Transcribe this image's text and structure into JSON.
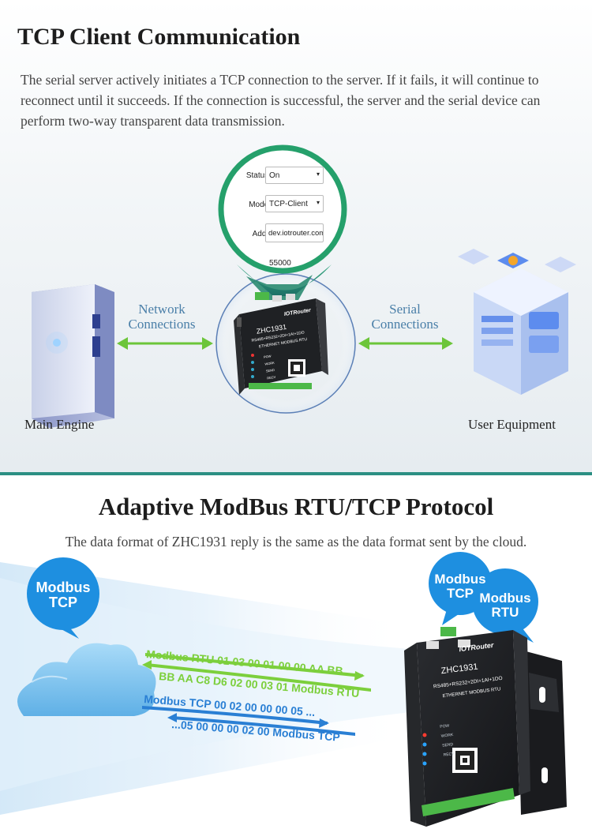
{
  "section1": {
    "title": "TCP Client Communication",
    "description": "The serial server actively initiates a TCP connection to the server. If it fails, it will continue to reconnect until it succeeds. If the connection is successful, the server and the serial device can perform two-way transparent data transmission.",
    "settings": {
      "status_label": "Status:",
      "status_value": "On",
      "mode_label": "Mode:",
      "mode_value": "TCP-Client",
      "add_label": "Add :",
      "add_value": "dev.iotrouter.com",
      "port_value": "55000"
    },
    "network_label_1": "Network",
    "network_label_2": "Connections",
    "serial_label_1": "Serial",
    "serial_label_2": "Connections",
    "left_device_label": "Main Engine",
    "right_device_label": "User Equipment",
    "device": {
      "brand": "IOTRouter",
      "model": "ZHC1931",
      "spec": "RS485+RS232+2DI+1AI+1DO",
      "subtitle": "ETHERNET MODBUS RTU",
      "leds": [
        "POW",
        "WORK",
        "SEND",
        "RECV"
      ]
    },
    "colors": {
      "arrow": "#6cc53a",
      "ring": "#2e8f82",
      "accent_text": "#4a7fa8"
    }
  },
  "section2": {
    "title": "Adaptive ModBus RTU/TCP Protocol",
    "description": "The data format of ZHC1931 reply is the same as the data format sent by the cloud.",
    "cloud_bubble": [
      "Modbus",
      "TCP"
    ],
    "device_bubble_1": [
      "Modbus",
      "TCP"
    ],
    "device_bubble_2": [
      "Modbus",
      "RTU"
    ],
    "streams": [
      {
        "text": "Modbus RTU 01 03 00 01 00 00 AA BB",
        "color": "#7ccf3c"
      },
      {
        "text": "BB AA C8  D6 02 00 03 01 Modbus RTU",
        "color": "#7ccf3c"
      },
      {
        "text": "Modbus TCP 00 02 00 00 00 05 ...",
        "color": "#2a7fd4"
      },
      {
        "text": "...05 00 00 00 02 00 Modbus TCP",
        "color": "#2a7fd4"
      }
    ],
    "device": {
      "brand": "IOTRouter",
      "model": "ZHC1931",
      "spec": "RS485+RS232+2DI+1AI+1DO",
      "subtitle": "ETHERNET MODBUS RTU",
      "leds": [
        "POW",
        "WORK",
        "SEND",
        "RECV"
      ]
    },
    "colors": {
      "bubble": "#1e8fe0",
      "cloud": "#7fc3ee"
    }
  }
}
